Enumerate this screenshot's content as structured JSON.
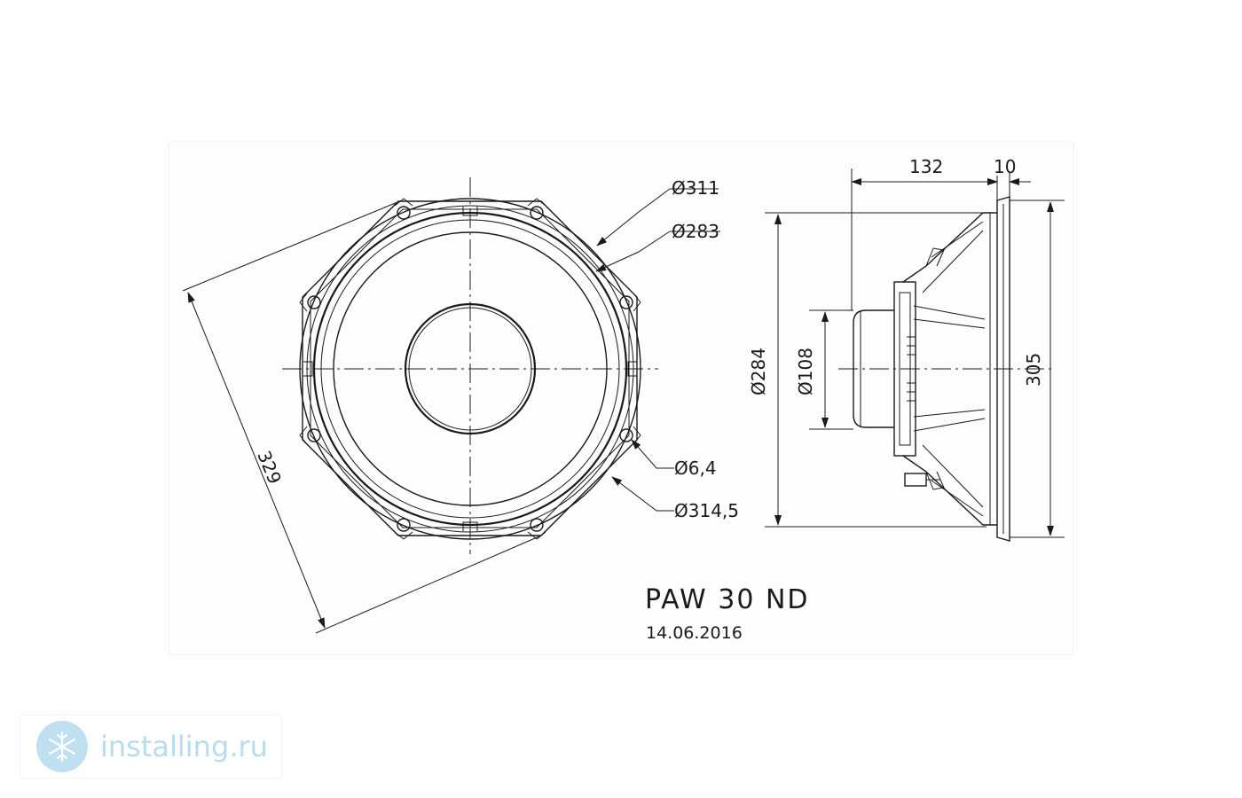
{
  "drawing": {
    "model": "PAW 30 ND",
    "date": "14.06.2016",
    "front_view": {
      "dim_311": "Ø311",
      "dim_283": "Ø283",
      "dim_6_4": "Ø6,4",
      "dim_314_5": "Ø314,5",
      "dim_329": "329"
    },
    "side_view": {
      "dim_132": "132",
      "dim_10": "10",
      "dim_284": "Ø284",
      "dim_108": "Ø108",
      "dim_305": "305"
    }
  },
  "watermark": {
    "text": "installing.ru",
    "icon": "snowflake-logo-icon"
  }
}
